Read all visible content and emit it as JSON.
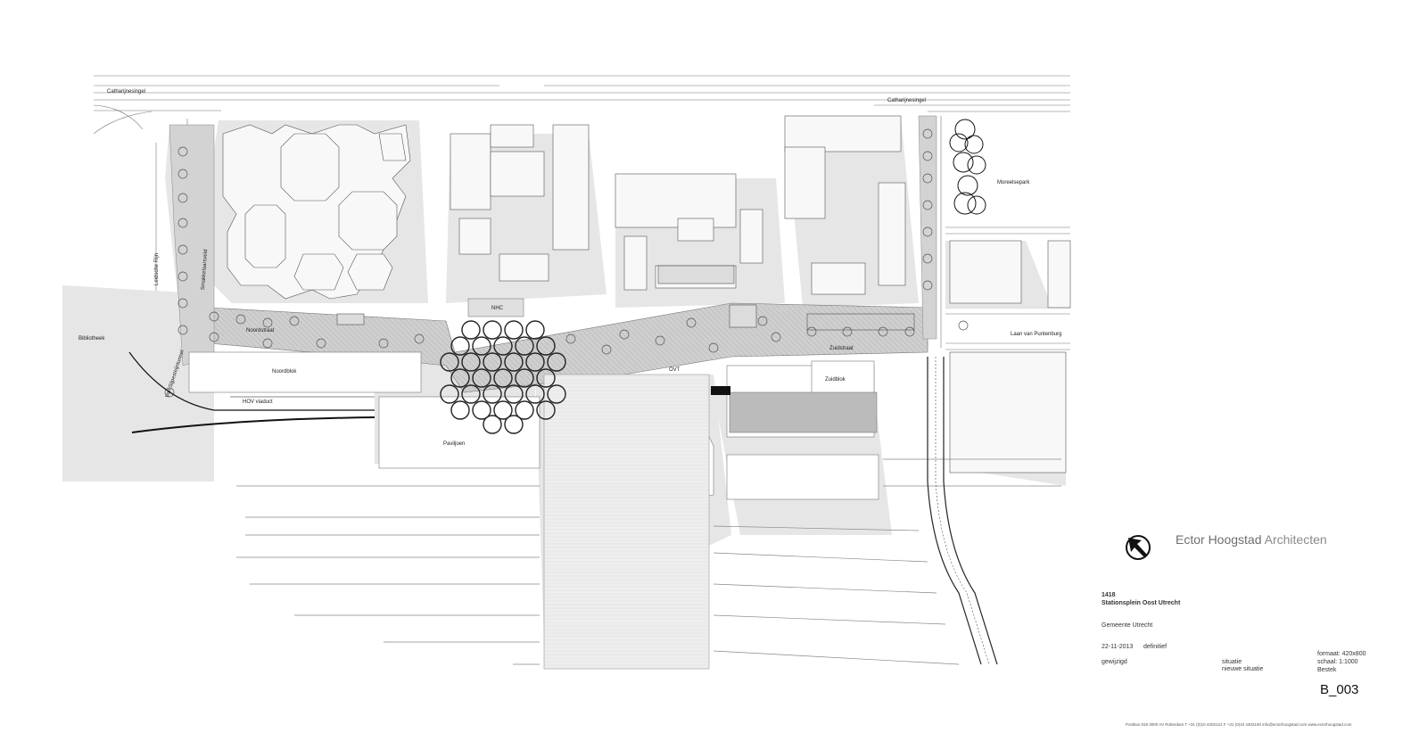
{
  "labels": {
    "catharijnesingel_west": "Catharijnesingel",
    "catharijnesingel_east": "Catharijnesingel",
    "leidsche_rijn": "Leidsche Rijn",
    "smakkelaarsveld": "Smakkelaarsveld",
    "bibliotheek": "Bibliotheek",
    "noordstraat": "Noordstraat",
    "noordblok": "Noordblok",
    "hov_viaduct": "HOV viaduct",
    "van_sijpesteijntunnel": "Van Sijpesteijntunnel",
    "nhc": "NHC",
    "paviljoen": "Paviljoen",
    "ovt": "OVT",
    "zuidstraat": "Zuidstraat",
    "zuidblok": "Zuidblok",
    "moreelsepark": "Moreelsepark",
    "laan_van_puntenburg": "Laan van Puntenburg"
  },
  "brand": {
    "name_strong": "Ector Hoogstad",
    "name_light": "Architecten"
  },
  "title_block": {
    "project_number": "1418",
    "project_name": "Stationsplein Oost Utrecht",
    "client": "Gemeente Utrecht",
    "date": "22-11-2013",
    "status": "definitief",
    "changed": "gewijzigd",
    "situation": "situatie",
    "new_situation": "nieuwe situatie",
    "format": "formaat: 420x800",
    "scale": "schaal: 1:1000",
    "bestek": "Bestek",
    "sheet_number": "B_003",
    "footer": "Postbus 818   3000 AV Rotterdam   T +31 (0)10 4402121   F +31 (0)10 4402100   info@ectorhoogstad.com   www.ectorhoogstad.com"
  },
  "colors": {
    "shadow": "#e4e4e4",
    "plaza": "#c9c9c9",
    "building_fill": "#f7f7f7",
    "linework": "#555555"
  },
  "icons": {
    "north_arrow": "north-arrow-icon"
  }
}
